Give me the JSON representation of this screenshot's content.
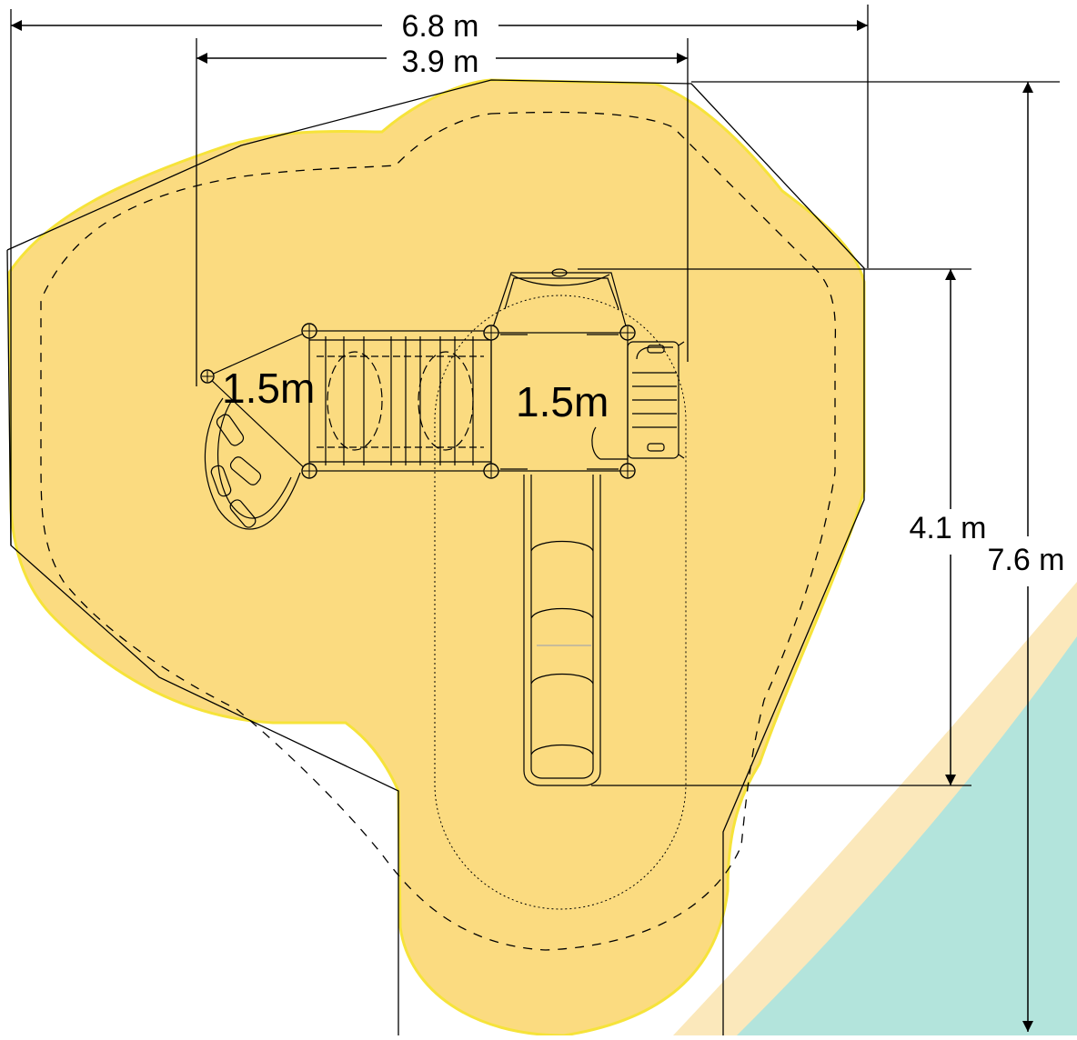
{
  "diagram": {
    "dimensions": {
      "overall_width": "6.8 m",
      "equipment_width": "3.9 m",
      "equipment_depth": "4.1 m",
      "overall_depth": "7.6 m"
    },
    "platform_heights": {
      "left_platform": "1.5m",
      "right_platform": "1.5m"
    },
    "colors": {
      "safety_zone_fill": "#fbdb80",
      "safety_zone_edge": "#f6e33a",
      "corner_band_light": "#fbe8bb",
      "corner_band_teal": "#b3e4dc",
      "line": "#000000"
    }
  }
}
